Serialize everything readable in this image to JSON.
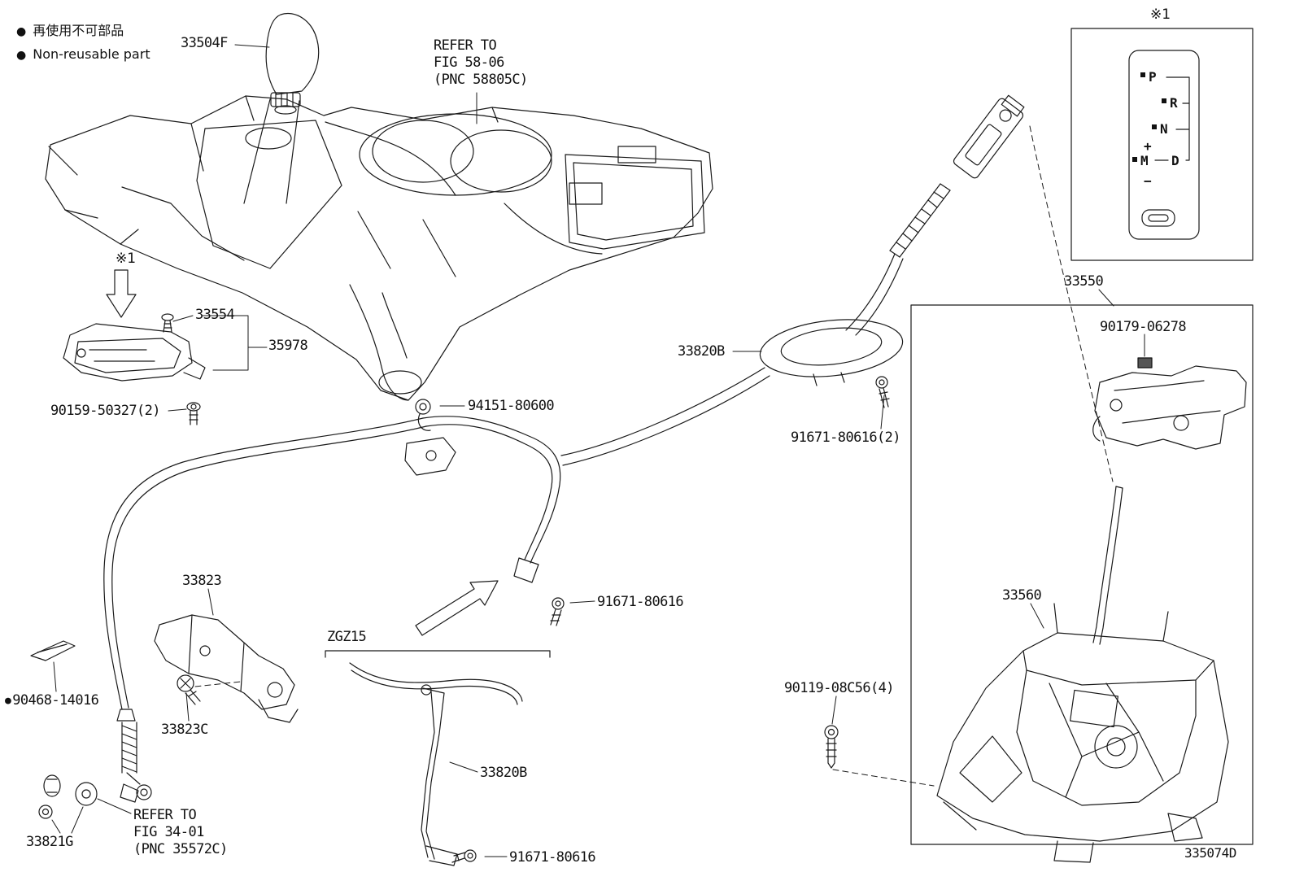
{
  "legend": {
    "bullet": "●",
    "jp_text": "再使用不可部品",
    "en_text": "Non-reusable part"
  },
  "labels": {
    "shift_knob": "33504F",
    "refer_fig5806_line1": "REFER TO",
    "refer_fig5806_line2": "FIG 58-06",
    "refer_fig5806_line3": "(PNC 58805C)",
    "note_ref": "※1",
    "plate_33554": "33554",
    "housing_35978": "35978",
    "screw_90159": "90159-50327(2)",
    "clip_94151": "94151-80600",
    "grommet_33820b": "33820B",
    "bolt_91671_pair": "91671-80616(2)",
    "assembly_33550": "33550",
    "bracket_90179": "90179-06278",
    "bracket_33823": "33823",
    "screw_33823c": "33823C",
    "bullet": "●",
    "clip_90468": "90468-14016",
    "grommet_33821g": "33821G",
    "refer_fig3401_line1": "REFER TO",
    "refer_fig3401_line2": "FIG 34-01",
    "refer_fig3401_line3": "(PNC 35572C)",
    "model_code": "ZGZ15",
    "bolt_91671_mid": "91671-80616",
    "bracket_33820b_lower": "33820B",
    "bolt_91671_lower": "91671-80616",
    "lever_assembly_33560": "33560",
    "bolt_90119": "90119-08C56(4)",
    "diagram_code": "335074D"
  },
  "shift_pattern": {
    "p": "P",
    "r": "R",
    "n": "N",
    "d": "D",
    "m": "M",
    "plus": "+",
    "minus": "−"
  },
  "colors": {
    "line": "#1a1a1a",
    "background": "#ffffff"
  }
}
